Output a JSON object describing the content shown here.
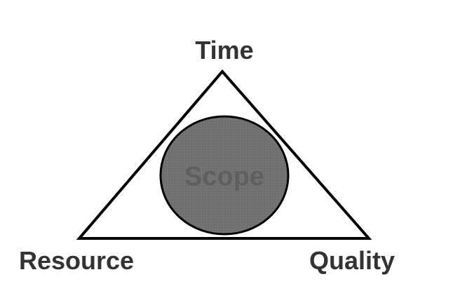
{
  "diagram": {
    "top_label": "Time",
    "bottom_left_label": "Resource",
    "bottom_right_label": "Quality",
    "center_label": "Scope"
  },
  "colors": {
    "background": "#ffffff",
    "outline": "#000000",
    "circle_fill": "#707070",
    "label_text": "#333333",
    "center_text": "#5f5f5f"
  }
}
